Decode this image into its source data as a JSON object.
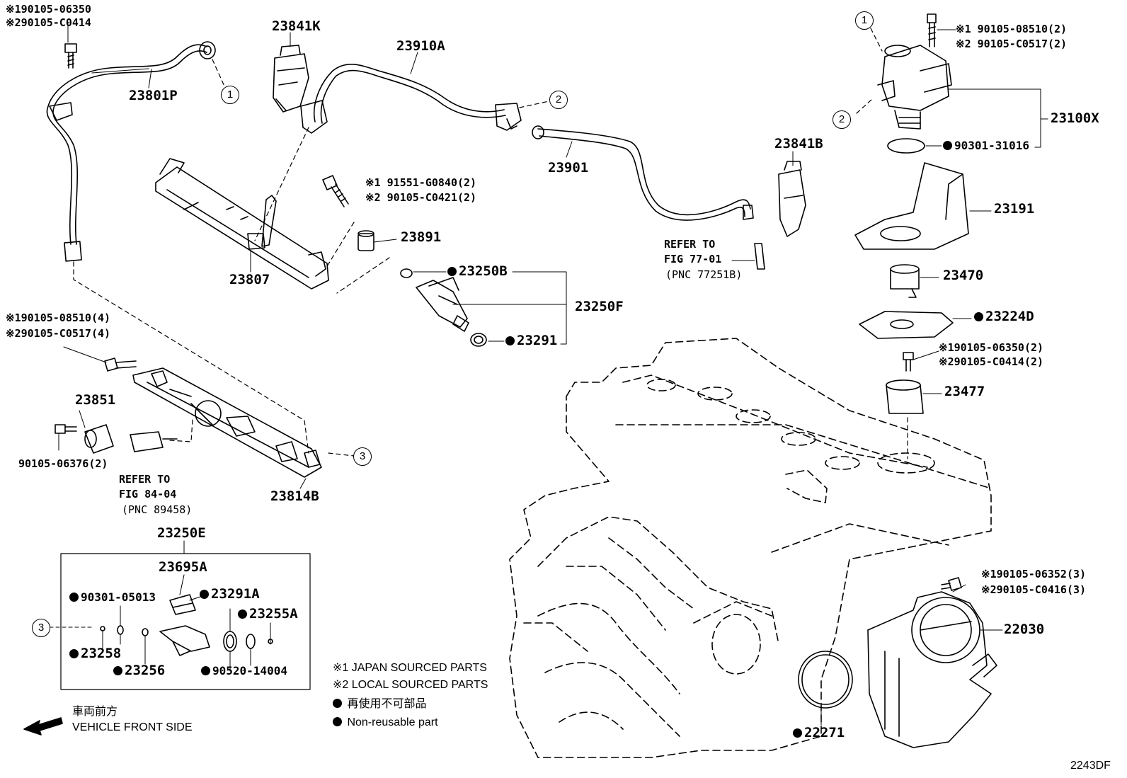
{
  "callouts": {
    "c1": "1",
    "c2": "2",
    "c3": "3"
  },
  "labels": {
    "p23801P_b1": "※190105-06350",
    "p23801P_b2": "※290105-C0414",
    "p23841K": "23841K",
    "p23910A": "23910A",
    "p23801P": "23801P",
    "p23807": "23807",
    "p23891_b1": "※1 91551-G0840(2)",
    "p23891_b2": "※2 90105-C0421(2)",
    "p23891": "23891",
    "p23250B": "23250B",
    "p23250F": "23250F",
    "p23291": "23291",
    "p23901": "23901",
    "refer77_1": "REFER TO",
    "refer77_2": "FIG 77-01",
    "refer77_3": "(PNC 77251B)",
    "p23841B": "23841B",
    "pump_b1": "※1 90105-08510(2)",
    "pump_b2": "※2 90105-C0517(2)",
    "p23100X": "23100X",
    "p90301_31016": "90301-31016",
    "p23191": "23191",
    "p23470": "23470",
    "p23224D": "23224D",
    "p23477_b1": "※190105-06350(2)",
    "p23477_b2": "※290105-C0414(2)",
    "p23477": "23477",
    "rail_b1": "※190105-08510(4)",
    "rail_b2": "※290105-C0517(4)",
    "p23851": "23851",
    "p90105_06376": "90105-06376(2)",
    "refer84_1": "REFER TO",
    "refer84_2": "FIG 84-04",
    "refer84_3": "(PNC 89458)",
    "p23814B": "23814B",
    "p23250E": "23250E",
    "p23695A": "23695A",
    "p90301_05013": "90301-05013",
    "p23291A": "23291A",
    "p23255A": "23255A",
    "p23258": "23258",
    "p23256": "23256",
    "p90520_14004": "90520-14004",
    "tb_b1": "※190105-06352(3)",
    "tb_b2": "※290105-C0416(3)",
    "p22030": "22030",
    "p22271": "22271"
  },
  "legend": {
    "japan": "※1 JAPAN SOURCED PARTS",
    "local": "※2 LOCAL SOURCED PARTS",
    "reuse_jp": "再使用不可部品",
    "reuse_en": "Non-reusable part"
  },
  "direction": {
    "jp": "車両前方",
    "en": "VEHICLE FRONT SIDE"
  },
  "figure_id": "2243DF"
}
